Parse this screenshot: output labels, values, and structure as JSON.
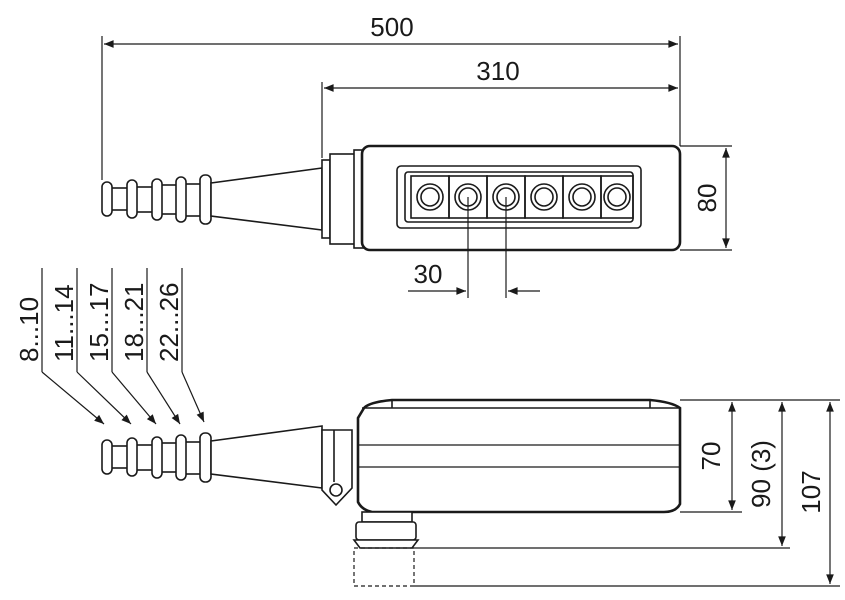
{
  "dimensions": {
    "overall_length": "500",
    "body_length": "310",
    "body_width": "80",
    "button_pitch": "30",
    "body_height": "70",
    "height_with_gland": "90 (3)",
    "total_height": "107"
  },
  "cable_ranges": [
    "8...10",
    "11...14",
    "15...17",
    "18...21",
    "22...26"
  ],
  "button_count": 6
}
